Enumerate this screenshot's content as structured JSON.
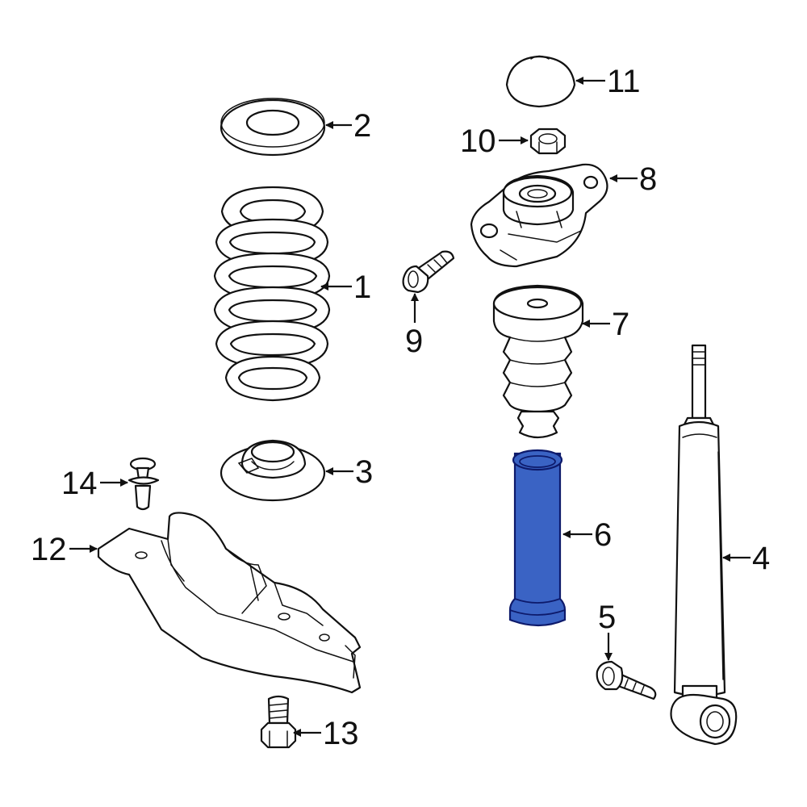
{
  "colors": {
    "highlight_fill": "#3a63c4",
    "highlight_stroke": "#0d1a6b",
    "line": "#111111",
    "background": "#ffffff"
  },
  "highlighted_part": "6",
  "callouts": {
    "c1": "1",
    "c2": "2",
    "c3": "3",
    "c4": "4",
    "c5": "5",
    "c6": "6",
    "c7": "7",
    "c8": "8",
    "c9": "9",
    "c10": "10",
    "c11": "11",
    "c12": "12",
    "c13": "13",
    "c14": "14"
  }
}
